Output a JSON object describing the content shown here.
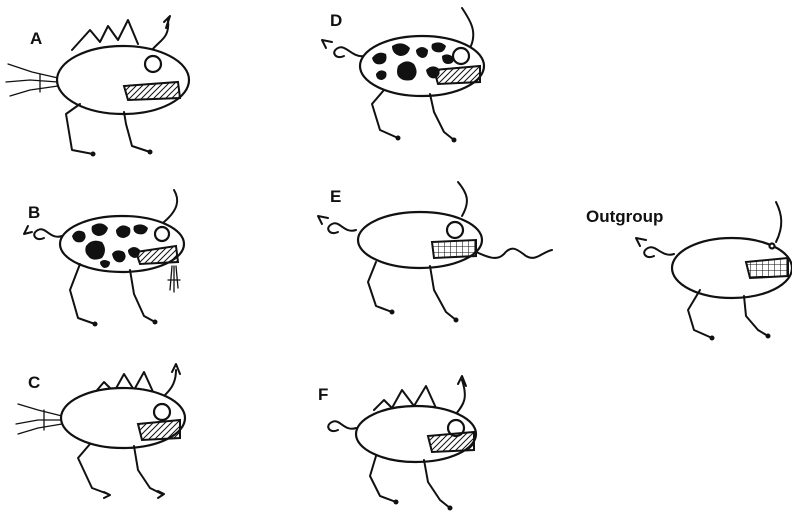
{
  "labels": {
    "A": "A",
    "B": "B",
    "C": "C",
    "D": "D",
    "E": "E",
    "F": "F",
    "outgroup": "Outgroup"
  }
}
